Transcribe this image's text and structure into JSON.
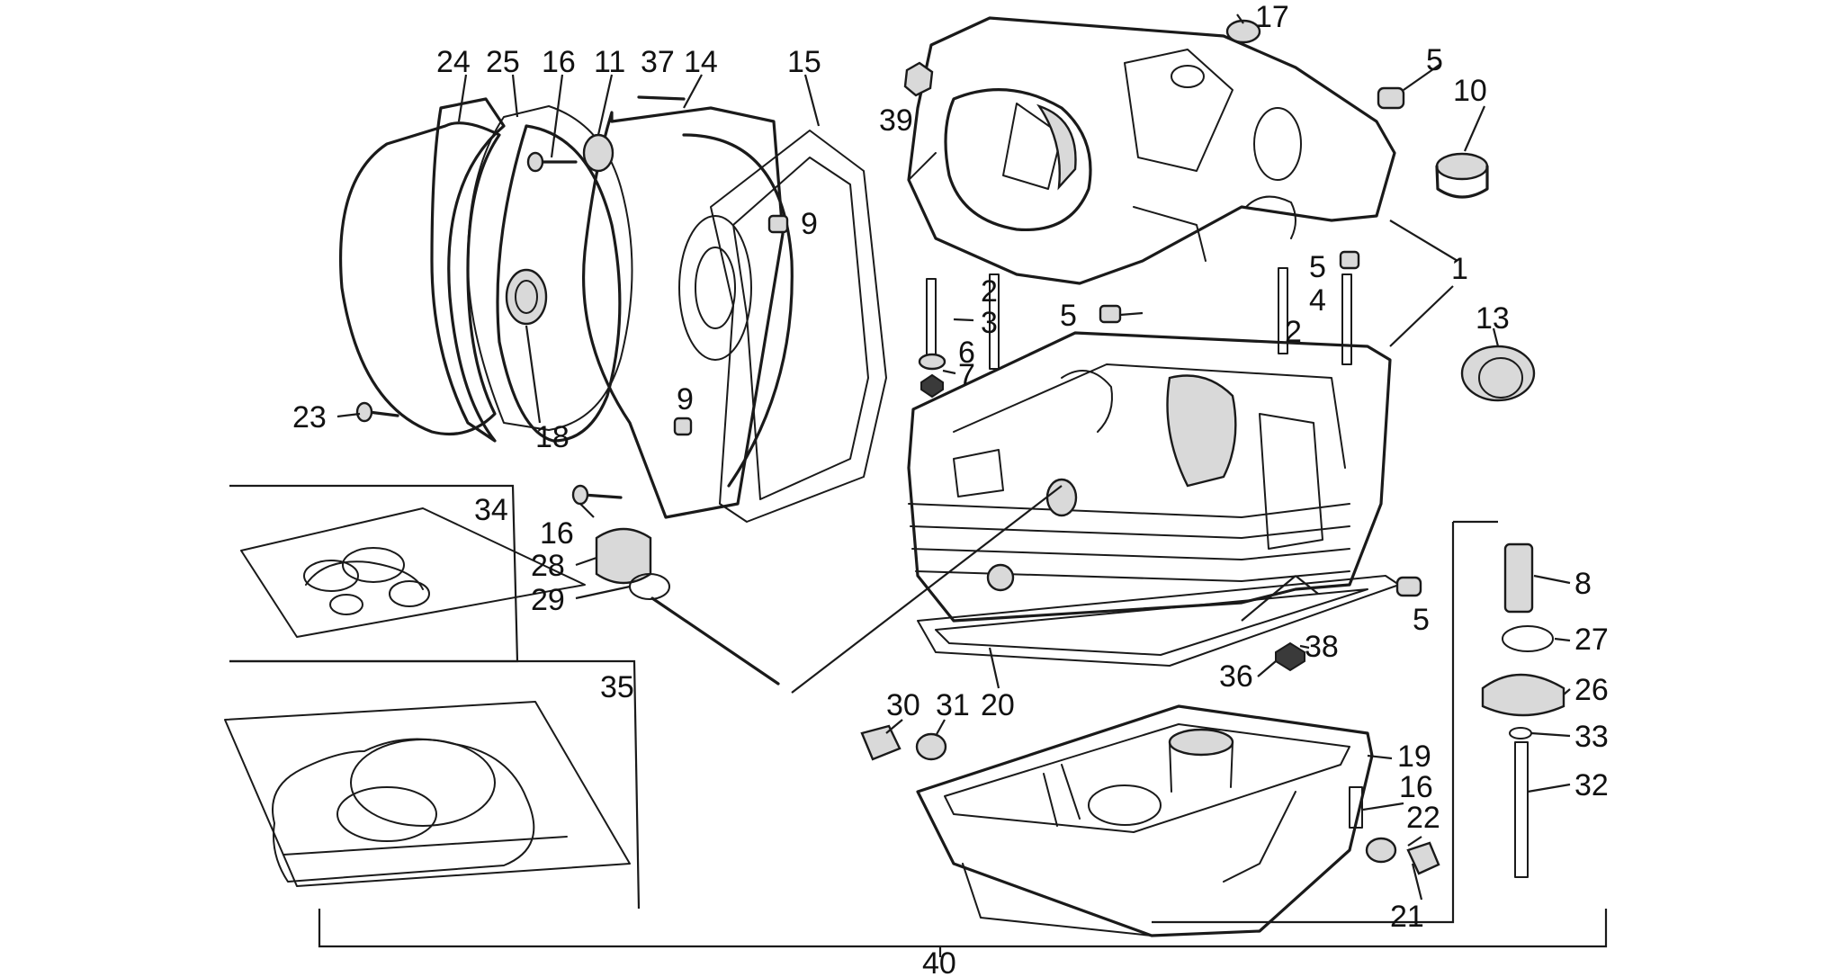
{
  "callouts": {
    "c1": "1",
    "c2a": "2",
    "c2b": "2",
    "c3": "3",
    "c4": "4",
    "c5a": "5",
    "c5b": "5",
    "c5c": "5",
    "c5d": "5",
    "c6": "6",
    "c7": "7",
    "c8": "8",
    "c9a": "9",
    "c9b": "9",
    "c10": "10",
    "c11": "11",
    "c13": "13",
    "c14": "14",
    "c15": "15",
    "c16a": "16",
    "c16b": "16",
    "c16c": "16",
    "c17": "17",
    "c18": "18",
    "c19": "19",
    "c20": "20",
    "c21": "21",
    "c22": "22",
    "c23": "23",
    "c24": "24",
    "c25": "25",
    "c26": "26",
    "c27": "27",
    "c28": "28",
    "c29": "29",
    "c30": "30",
    "c31": "31",
    "c32": "32",
    "c33": "33",
    "c34": "34",
    "c35": "35",
    "c36": "36",
    "c37": "37",
    "c38": "38",
    "c39": "39",
    "c40": "40"
  },
  "colors": {
    "ink": "#1a1a1a",
    "paper": "#ffffff"
  }
}
